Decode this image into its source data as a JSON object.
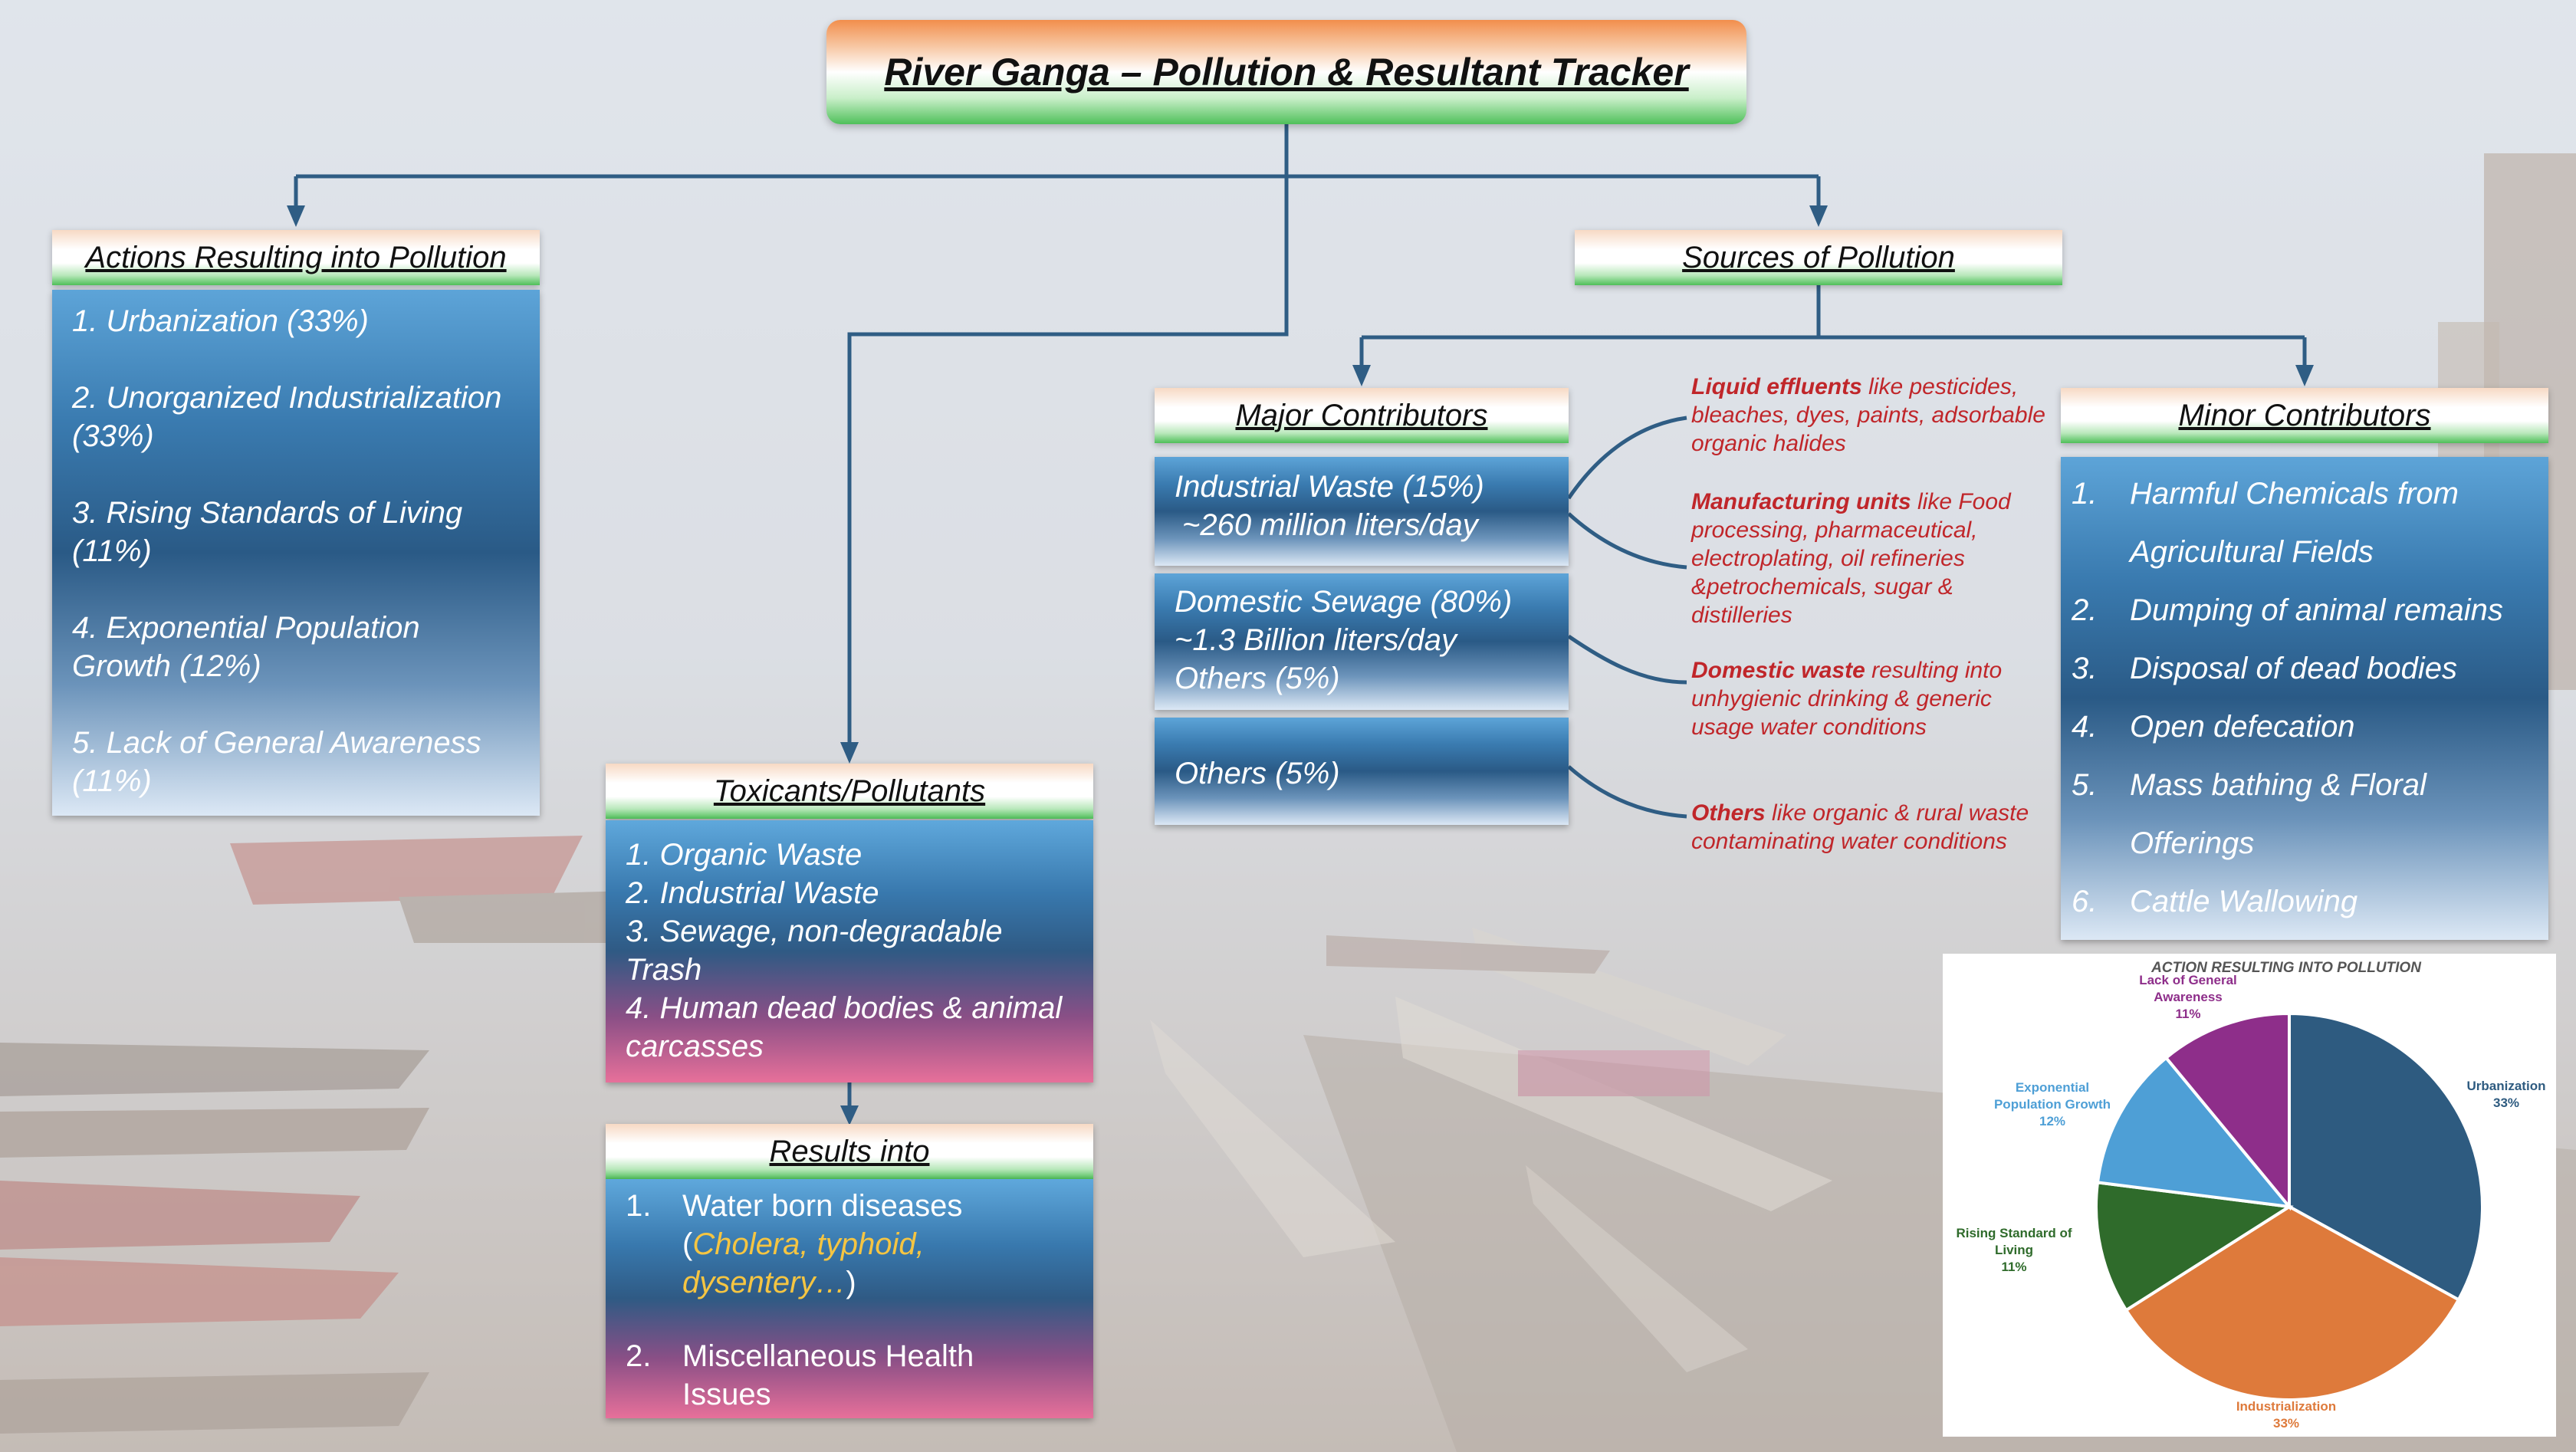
{
  "title": "River Ganga – Pollution & Resultant Tracker",
  "actions": {
    "header": "Actions Resulting into Pollution",
    "items": [
      "1. Urbanization (33%)",
      "2. Unorganized Industrialization (33%)",
      "3. Rising Standards of Living (11%)",
      "4. Exponential Population Growth (12%)",
      "5. Lack of General Awareness (11%)"
    ]
  },
  "sources": {
    "header": "Sources of Pollution"
  },
  "toxicants": {
    "header": "Toxicants/Pollutants",
    "items": [
      "1. Organic Waste",
      "2. Industrial Waste",
      "3. Sewage, non-degradable Trash",
      "4. Human dead bodies & animal carcasses"
    ]
  },
  "results": {
    "header": "Results into",
    "items": [
      {
        "num": "1.",
        "text": "Water born diseases",
        "open": "(",
        "detail": "Cholera, typhoid, dysentery…",
        "close": ")"
      },
      {
        "num": "2.",
        "text": "Miscellaneous Health Issues"
      }
    ]
  },
  "major": {
    "header": "Major Contributors",
    "industrial": {
      "line1": "Industrial Waste (15%)",
      "line2": "~260 million liters/day"
    },
    "domestic": {
      "line1": "Domestic Sewage (80%)",
      "line2": "~1.3 Billion liters/day",
      "line3": "Others (5%)"
    },
    "others": "Others (5%)"
  },
  "minor": {
    "header": "Minor Contributors",
    "items": [
      {
        "num": "1.",
        "text": "Harmful Chemicals from Agricultural Fields"
      },
      {
        "num": "2.",
        "text": "Dumping of animal remains"
      },
      {
        "num": "3.",
        "text": "Disposal of dead bodies"
      },
      {
        "num": "4.",
        "text": "Open defecation"
      },
      {
        "num": "5.",
        "text": "Mass bathing & Floral Offerings"
      },
      {
        "num": "6.",
        "text": "Cattle Wallowing"
      }
    ]
  },
  "notes": [
    {
      "bold": "Liquid effluents",
      "rest": " like pesticides, bleaches, dyes, paints, adsorbable organic halides"
    },
    {
      "bold": "Manufacturing units",
      "rest": " like Food processing, pharmaceutical, electroplating, oil refineries &petrochemicals, sugar & distilleries"
    },
    {
      "bold": "Domestic waste",
      "rest": " resulting into unhygienic drinking  & generic usage water conditions"
    },
    {
      "bold": "Others",
      "rest": " like organic & rural waste contaminating water conditions"
    }
  ],
  "chart_data": {
    "type": "pie",
    "title": "ACTION RESULTING INTO POLLUTION",
    "series": [
      {
        "name": "Urbanization",
        "value": 33,
        "label": "33%",
        "color": "#2e5b80"
      },
      {
        "name": "Industrialization",
        "value": 33,
        "label": "33%",
        "color": "#de7a3b"
      },
      {
        "name": "Rising Standard of Living",
        "value": 11,
        "label": "11%",
        "color": "#2f6b2b"
      },
      {
        "name": "Exponential Population Growth",
        "value": 12,
        "label": "12%",
        "color": "#4e9fd6"
      },
      {
        "name": "Lack of General Awareness",
        "value": 11,
        "label": "11%",
        "color": "#8e2e8a"
      }
    ]
  }
}
